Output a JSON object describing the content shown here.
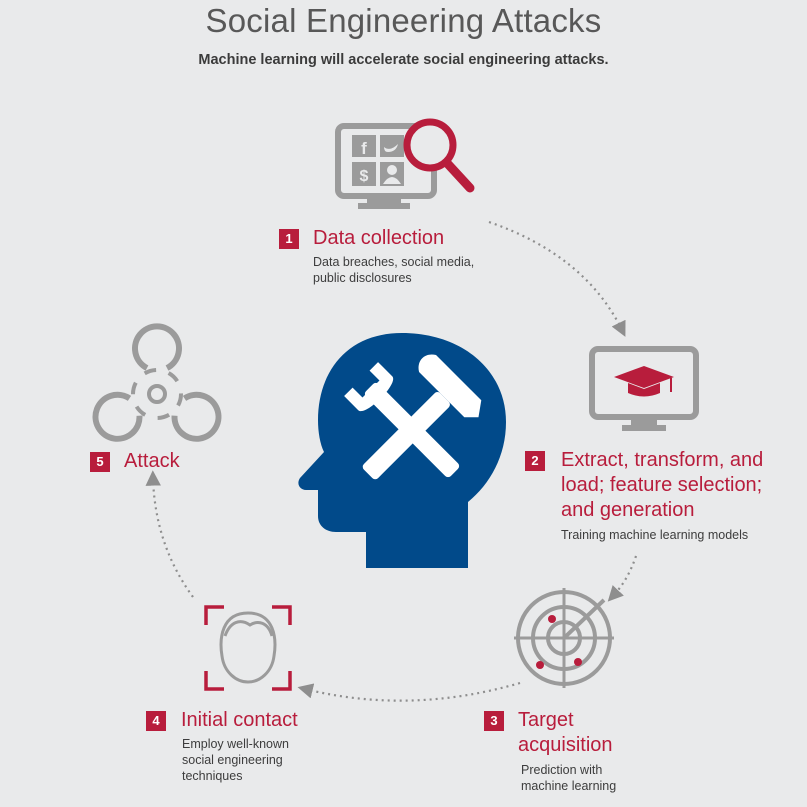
{
  "title": "Social Engineering Attacks",
  "subtitle": "Machine learning will accelerate social engineering attacks.",
  "colors": {
    "accent": "#b81d3c",
    "head": "#014a8a",
    "icon_gray": "#9b9b9b"
  },
  "steps": [
    {
      "number": "1",
      "title": "Data collection",
      "description": [
        "Data breaches, social media,",
        "public disclosures"
      ],
      "icon": "monitor-social-search-icon"
    },
    {
      "number": "2",
      "title": [
        "Extract, transform, and",
        "load; feature selection;",
        "and generation"
      ],
      "description": [
        "Training machine learning models"
      ],
      "icon": "monitor-graduation-cap-icon"
    },
    {
      "number": "3",
      "title": [
        "Target",
        "acquisition"
      ],
      "description": [
        "Prediction with",
        "machine learning"
      ],
      "icon": "radar-icon"
    },
    {
      "number": "4",
      "title": "Initial contact",
      "description": [
        "Employ well-known",
        "social engineering",
        "techniques"
      ],
      "icon": "face-recognition-icon"
    },
    {
      "number": "5",
      "title": "Attack",
      "description": [],
      "icon": "biohazard-icon"
    }
  ],
  "center_icon": "head-tools-icon"
}
